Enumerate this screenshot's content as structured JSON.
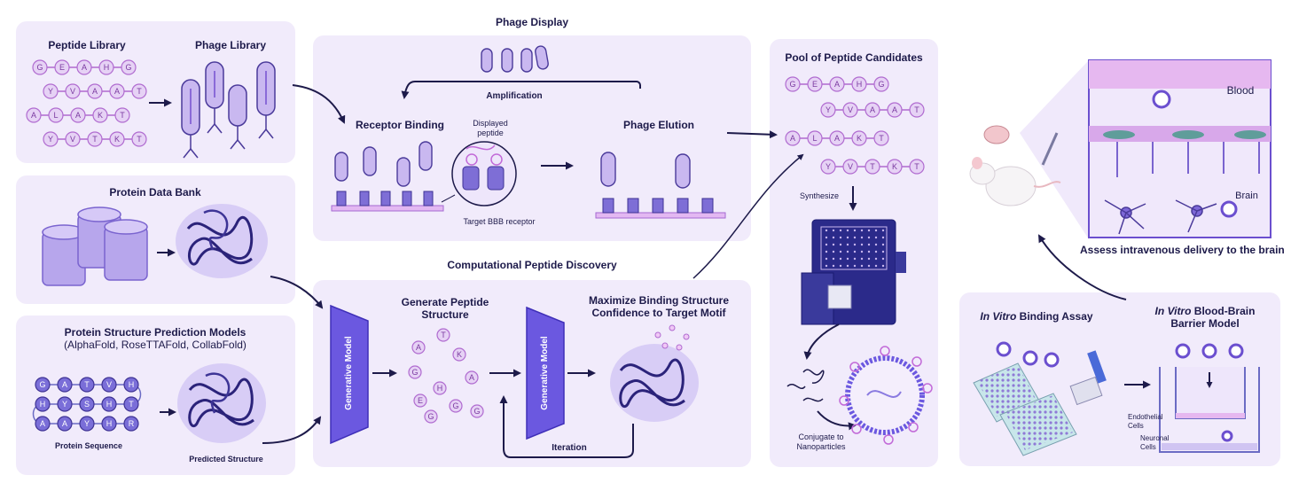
{
  "library_panel": {
    "peptide_library_title": "Peptide Library",
    "phage_library_title": "Phage Library",
    "peptide_rows": [
      [
        "G",
        "E",
        "A",
        "H",
        "G"
      ],
      [
        "Y",
        "V",
        "A",
        "A",
        "T"
      ],
      [
        "A",
        "L",
        "A",
        "K",
        "T"
      ],
      [
        "Y",
        "V",
        "T",
        "K",
        "T"
      ]
    ]
  },
  "pdb_panel": {
    "title": "Protein Data Bank"
  },
  "prediction_panel": {
    "title": "Protein Structure Prediction Models",
    "subtitle": "(AlphaFold, RoseTTAFold, CollabFold)",
    "sequence_rows": [
      [
        "G",
        "A",
        "T",
        "V",
        "H"
      ],
      [
        "H",
        "Y",
        "S",
        "H",
        "T"
      ],
      [
        "A",
        "A",
        "Y",
        "H",
        "R"
      ]
    ],
    "sequence_label": "Protein Sequence",
    "structure_label": "Predicted Structure"
  },
  "phage_display": {
    "title": "Phage Display",
    "amplification": "Amplification",
    "receptor_binding": "Receptor Binding",
    "displayed_peptide": "Displayed peptide",
    "target_receptor": "Target BBB receptor",
    "phage_elution": "Phage Elution"
  },
  "computational": {
    "title": "Computational Peptide Discovery",
    "generative_model": "Generative Model",
    "generate_structure": "Generate Peptide Structure",
    "maximize_binding": "Maximize Binding Structure Confidence to Target Motif",
    "iteration": "Iteration",
    "peptide_letters": [
      "A",
      "T",
      "K",
      "G",
      "A",
      "H",
      "E",
      "G",
      "G",
      "G"
    ]
  },
  "pool": {
    "title": "Pool of Peptide Candidates",
    "rows": [
      [
        "G",
        "E",
        "A",
        "H",
        "G"
      ],
      [
        "Y",
        "V",
        "A",
        "A",
        "T"
      ],
      [
        "A",
        "L",
        "A",
        "K",
        "T"
      ],
      [
        "Y",
        "V",
        "T",
        "K",
        "T"
      ]
    ],
    "synthesize": "Synthesize",
    "conjugate": "Conjugate to Nanoparticles"
  },
  "delivery": {
    "blood": "Blood",
    "brain": "Brain",
    "assess": "Assess intravenous delivery to the brain"
  },
  "invitro": {
    "binding_assay_italic": "In Vitro",
    "binding_assay_rest": " Binding Assay",
    "bbb_italic": "In Vitro",
    "bbb_rest": " Blood-Brain",
    "bbb_line2": "Barrier Model",
    "endothelial": "Endothelial Cells",
    "neuronal": "Neuronal Cells"
  },
  "colors": {
    "panel": "#f1ebfb",
    "accent": "#6b4fcf",
    "dark": "#1d1a4a",
    "bead": "#e6d2f5",
    "bead_stroke": "#b06bd0"
  }
}
